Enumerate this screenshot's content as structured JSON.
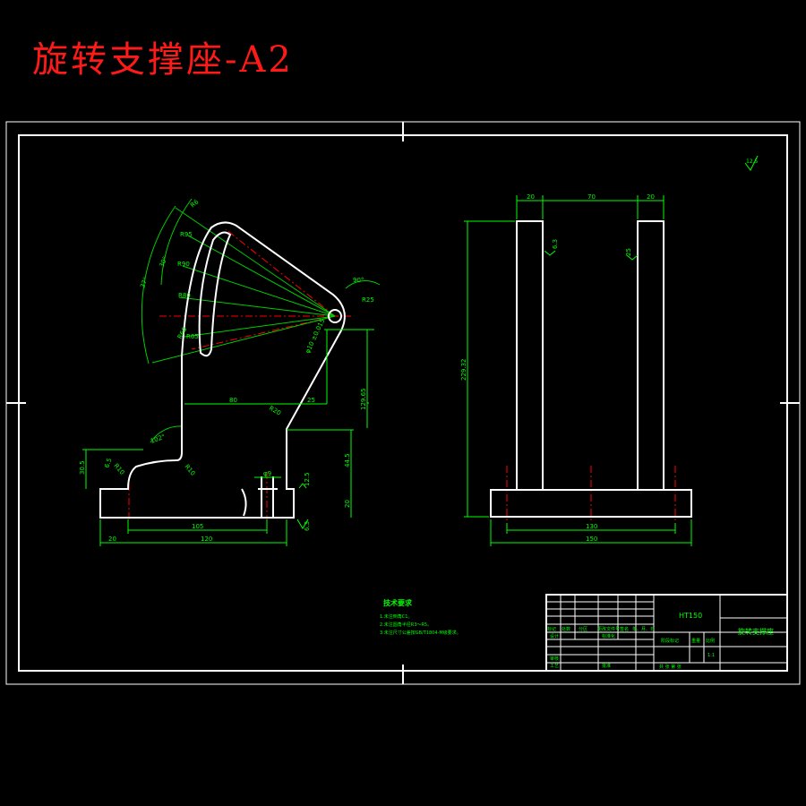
{
  "title": "旋转支撑座-A2",
  "colors": {
    "background": "#000000",
    "outline": "#ffffff",
    "dimension": "#00ff00",
    "centerline": "#ff0000",
    "title_text": "#ff1a1a"
  },
  "front_view": {
    "dims": {
      "angle_37": "37°",
      "angle_30": "30°",
      "r6": "R6",
      "r95": "R95",
      "r90": "R90",
      "r80": "R80",
      "r65": "R65",
      "r60": "R60",
      "angle_90": "90°",
      "r25": "R25",
      "hole_label": "φ10 ±0.015",
      "dim_80": "80",
      "dim_25": "25",
      "dim_129": "129.65",
      "r20": "R20",
      "dim_44": "44.5",
      "dim_20_right": "20",
      "dim_305": "30.5",
      "dim_6": "6.5",
      "r10_a": "R10",
      "r10_b": "R10",
      "angle_102": "102°",
      "dim_phi9": "φ9",
      "dim_20_left": "20",
      "dim_105": "105",
      "dim_120": "120",
      "roughness_a": "6.3",
      "roughness_b": "12.5"
    }
  },
  "side_view": {
    "dims": {
      "top_20_left": "20",
      "top_70": "70",
      "top_20_right": "20",
      "height": "229.32",
      "inner": "130",
      "overall": "150",
      "roughness_a": "6.3",
      "roughness_b": "25"
    }
  },
  "roughness_corner": "12.5",
  "notes": {
    "heading": "技术要求",
    "items": [
      "1.未注倒角C1。",
      "2.未注圆角半径R3～R5。",
      "3.未注尺寸公差按GB/T1804-M级要求。"
    ]
  },
  "title_block": {
    "material": "HT150",
    "part_name": "旋转支撑座",
    "labels": [
      "标记",
      "处数",
      "分区",
      "更改文件号",
      "签名",
      "年、月、日"
    ],
    "design": "设计",
    "standardize": "标准化",
    "review": "审核",
    "process": "工艺",
    "approve": "批准",
    "stage_mark": "阶段标记",
    "weight": "重量",
    "scale": "比例",
    "scale_value": "1:1",
    "sheets": "共  张  第  张"
  }
}
